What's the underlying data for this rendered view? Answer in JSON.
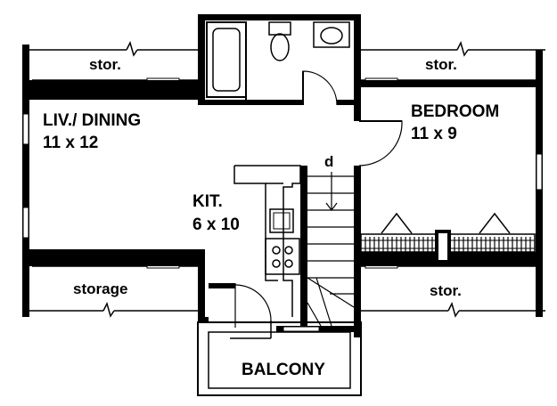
{
  "plan": {
    "rooms": {
      "liv_dining_name": "LIV./ DINING",
      "liv_dining_size": "11 x 12",
      "bedroom_name": "BEDROOM",
      "bedroom_size": "11 x 9",
      "kitchen_name": "KIT.",
      "kitchen_size": "6 x 10",
      "balcony_name": "BALCONY"
    },
    "storage": {
      "top_left": "stor.",
      "top_right": "stor.",
      "bottom_left": "storage",
      "bottom_right": "stor."
    },
    "stair_direction": "d"
  }
}
